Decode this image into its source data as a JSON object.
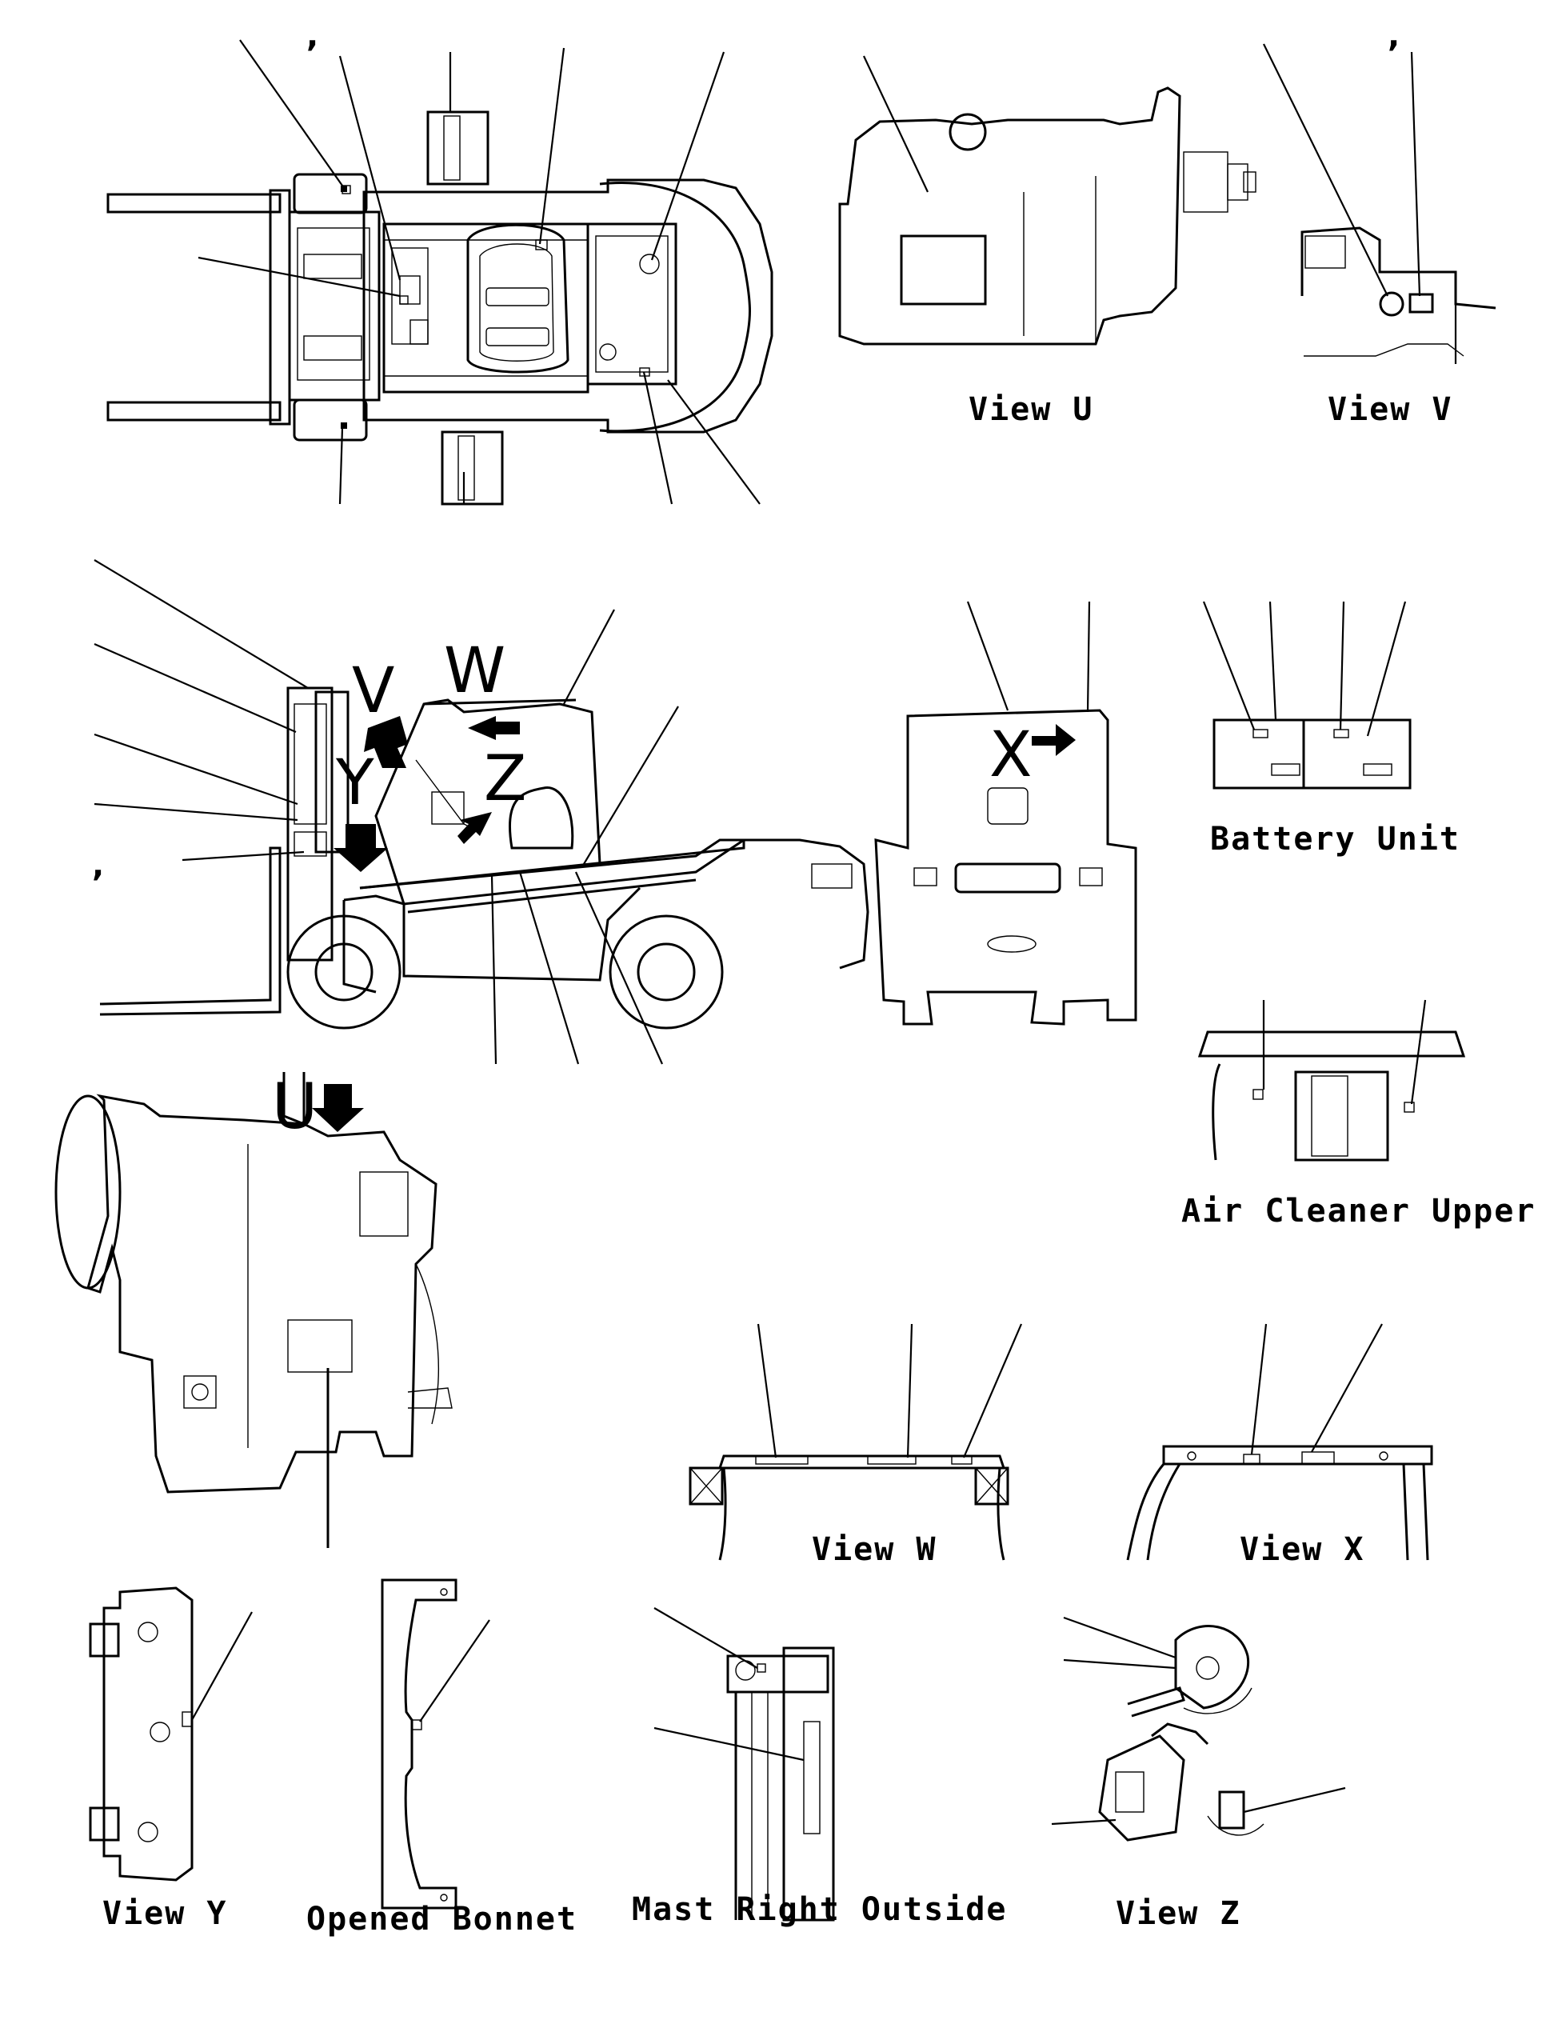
{
  "labels": {
    "view_u": "View U",
    "view_v": "View V",
    "battery_unit": "Battery Unit",
    "air_cleaner_upper": "Air Cleaner Upper",
    "view_w": "View W",
    "view_x": "View X",
    "view_y": "View Y",
    "opened_bonnet": "Opened Bonnet",
    "mast_right_outside": "Mast Right Outside",
    "view_z": "View Z"
  },
  "direction_letters": {
    "v": "V",
    "w": "W",
    "y": "Y",
    "z": "Z",
    "x": "X",
    "u": "U"
  },
  "marks": {
    "comma_top_left": ",",
    "comma_top_right": ",",
    "comma_side": ","
  },
  "style": {
    "line_color": "#000000",
    "background": "#ffffff"
  }
}
